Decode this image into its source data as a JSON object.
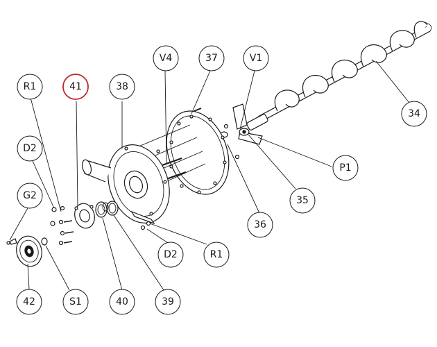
{
  "diagram": {
    "highlight_color": "#c0262d",
    "callouts": [
      {
        "id": "R1-top",
        "label": "R1"
      },
      {
        "id": "41",
        "label": "41",
        "highlighted": true
      },
      {
        "id": "38",
        "label": "38"
      },
      {
        "id": "V4",
        "label": "V4"
      },
      {
        "id": "37",
        "label": "37"
      },
      {
        "id": "V1",
        "label": "V1"
      },
      {
        "id": "34",
        "label": "34"
      },
      {
        "id": "D2-top",
        "label": "D2"
      },
      {
        "id": "G2",
        "label": "G2"
      },
      {
        "id": "P1",
        "label": "P1"
      },
      {
        "id": "35",
        "label": "35"
      },
      {
        "id": "36",
        "label": "36"
      },
      {
        "id": "D2-bottom",
        "label": "D2"
      },
      {
        "id": "R1-bottom",
        "label": "R1"
      },
      {
        "id": "42",
        "label": "42"
      },
      {
        "id": "S1",
        "label": "S1"
      },
      {
        "id": "40",
        "label": "40"
      },
      {
        "id": "39",
        "label": "39"
      }
    ]
  }
}
